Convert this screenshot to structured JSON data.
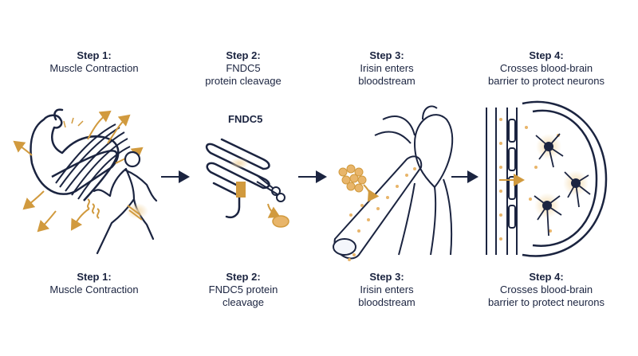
{
  "colors": {
    "navy": "#1b2440",
    "gold": "#d19a3e",
    "light_gold": "#f2d7a6"
  },
  "top_labels": [
    {
      "step": "Step 1:",
      "desc": "Muscle Contraction"
    },
    {
      "step": "Step 2:",
      "desc": "FNDC5\nprotein cleavage"
    },
    {
      "step": "Step 3:",
      "desc": "Irisin enters\nbloodstream"
    },
    {
      "step": "Step 4:",
      "desc": "Crosses blood-brain\nbarrier to protect neurons"
    }
  ],
  "bottom_labels": [
    {
      "step": "Step 1:",
      "desc": "Muscle Contraction"
    },
    {
      "step": "Step 2:",
      "desc": "FNDC5 protein\ncleavage"
    },
    {
      "step": "Step 3:",
      "desc": "Irisin enters\nbloodstream"
    },
    {
      "step": "Step 4:",
      "desc": "Crosses blood-brain\nbarrier to protect neurons"
    }
  ],
  "protein_label": "FNDC5",
  "icons": [
    "flexed-arm-icon",
    "runner-icon",
    "fndc5-protein-icon",
    "scissors-icon",
    "blood-vessel-icon",
    "heart-icon",
    "brain-icon",
    "neuron-icon",
    "arrow-right-icon"
  ]
}
